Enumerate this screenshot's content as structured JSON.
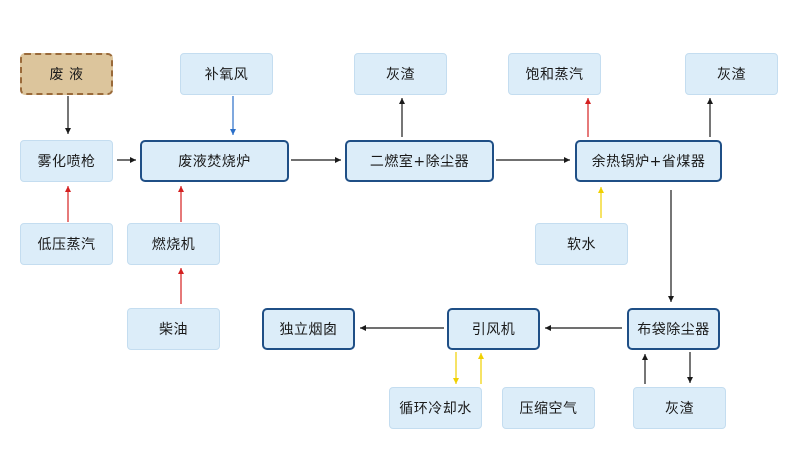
{
  "nodes": {
    "waste_liquid": "废 液",
    "atomizer_gun": "雾化喷枪",
    "low_pressure_steam": "低压蒸汽",
    "supplemental_oxygen": "补氧风",
    "waste_liquid_incinerator": "废液焚烧炉",
    "burner": "燃烧机",
    "diesel": "柴油",
    "ash_1": "灰渣",
    "secondary_combustion_dust_removal": "二燃室+除尘器",
    "saturated_steam": "饱和蒸汽",
    "ash_2": "灰渣",
    "waste_heat_boiler_economizer": "余热锅炉+省煤器",
    "soft_water": "软水",
    "independent_chimney": "独立烟囱",
    "induced_draft_fan": "引风机",
    "bag_filter": "布袋除尘器",
    "circulating_cooling_water": "循环冷却水",
    "compressed_air": "压缩空气",
    "ash_3": "灰渣"
  },
  "colors": {
    "main_flow": "#1a1a1a",
    "steam": "#d42020",
    "oxygen": "#2a6fc9",
    "water": "#f0d000"
  }
}
